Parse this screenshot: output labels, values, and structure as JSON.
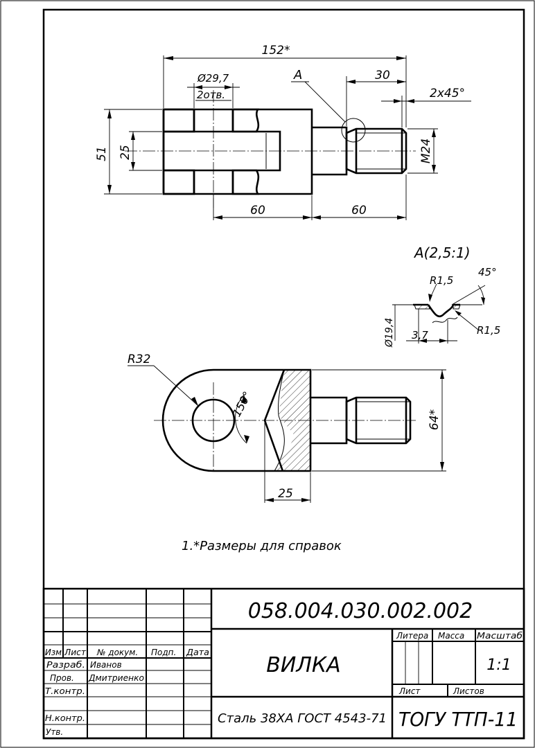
{
  "drawing": {
    "main_view": {
      "dim_length_total": "152*",
      "dim_hole": "Ø29,7",
      "dim_holes_count": "2отв.",
      "dim_callout": "A",
      "dim_thread_length": "30",
      "dim_chamfer": "2x45°",
      "dim_height": "51",
      "dim_slot": "25",
      "dim_thread": "M24",
      "dim_fork_length": "60",
      "dim_shank_length": "60"
    },
    "detail_view": {
      "title": "A(2,5:1)",
      "dim_radius_top": "R1,5",
      "dim_angle": "45°",
      "dim_diameter": "Ø19,4",
      "dim_width": "3,7",
      "dim_radius_bottom": "R1,5"
    },
    "top_view": {
      "dim_radius": "R32",
      "dim_angle": "150°",
      "dim_width": "64*",
      "dim_offset": "25"
    },
    "note": "1.*Размеры для справок"
  },
  "title_block": {
    "designation": "058.004.030.002.002",
    "name": "ВИЛКА",
    "material": "Сталь 38ХА ГОСТ 4543-71",
    "organization": "ТОГУ ТТП-11",
    "headers": {
      "izm": "Изм",
      "list": "Лист",
      "doc_no": "№ докум.",
      "sign": "Подп.",
      "date": "Дата",
      "litera": "Литера",
      "mass": "Масса",
      "scale": "Масштаб",
      "sheet": "Лист",
      "sheets": "Листов"
    },
    "roles": {
      "developed": "Разраб.",
      "checked": "Пров.",
      "tech_control": "Т.контр.",
      "norm_control": "Н.контр.",
      "approved": "Утв."
    },
    "names": {
      "developer": "Иванов",
      "checker": "Дмитриенко"
    },
    "scale_value": "1:1"
  }
}
